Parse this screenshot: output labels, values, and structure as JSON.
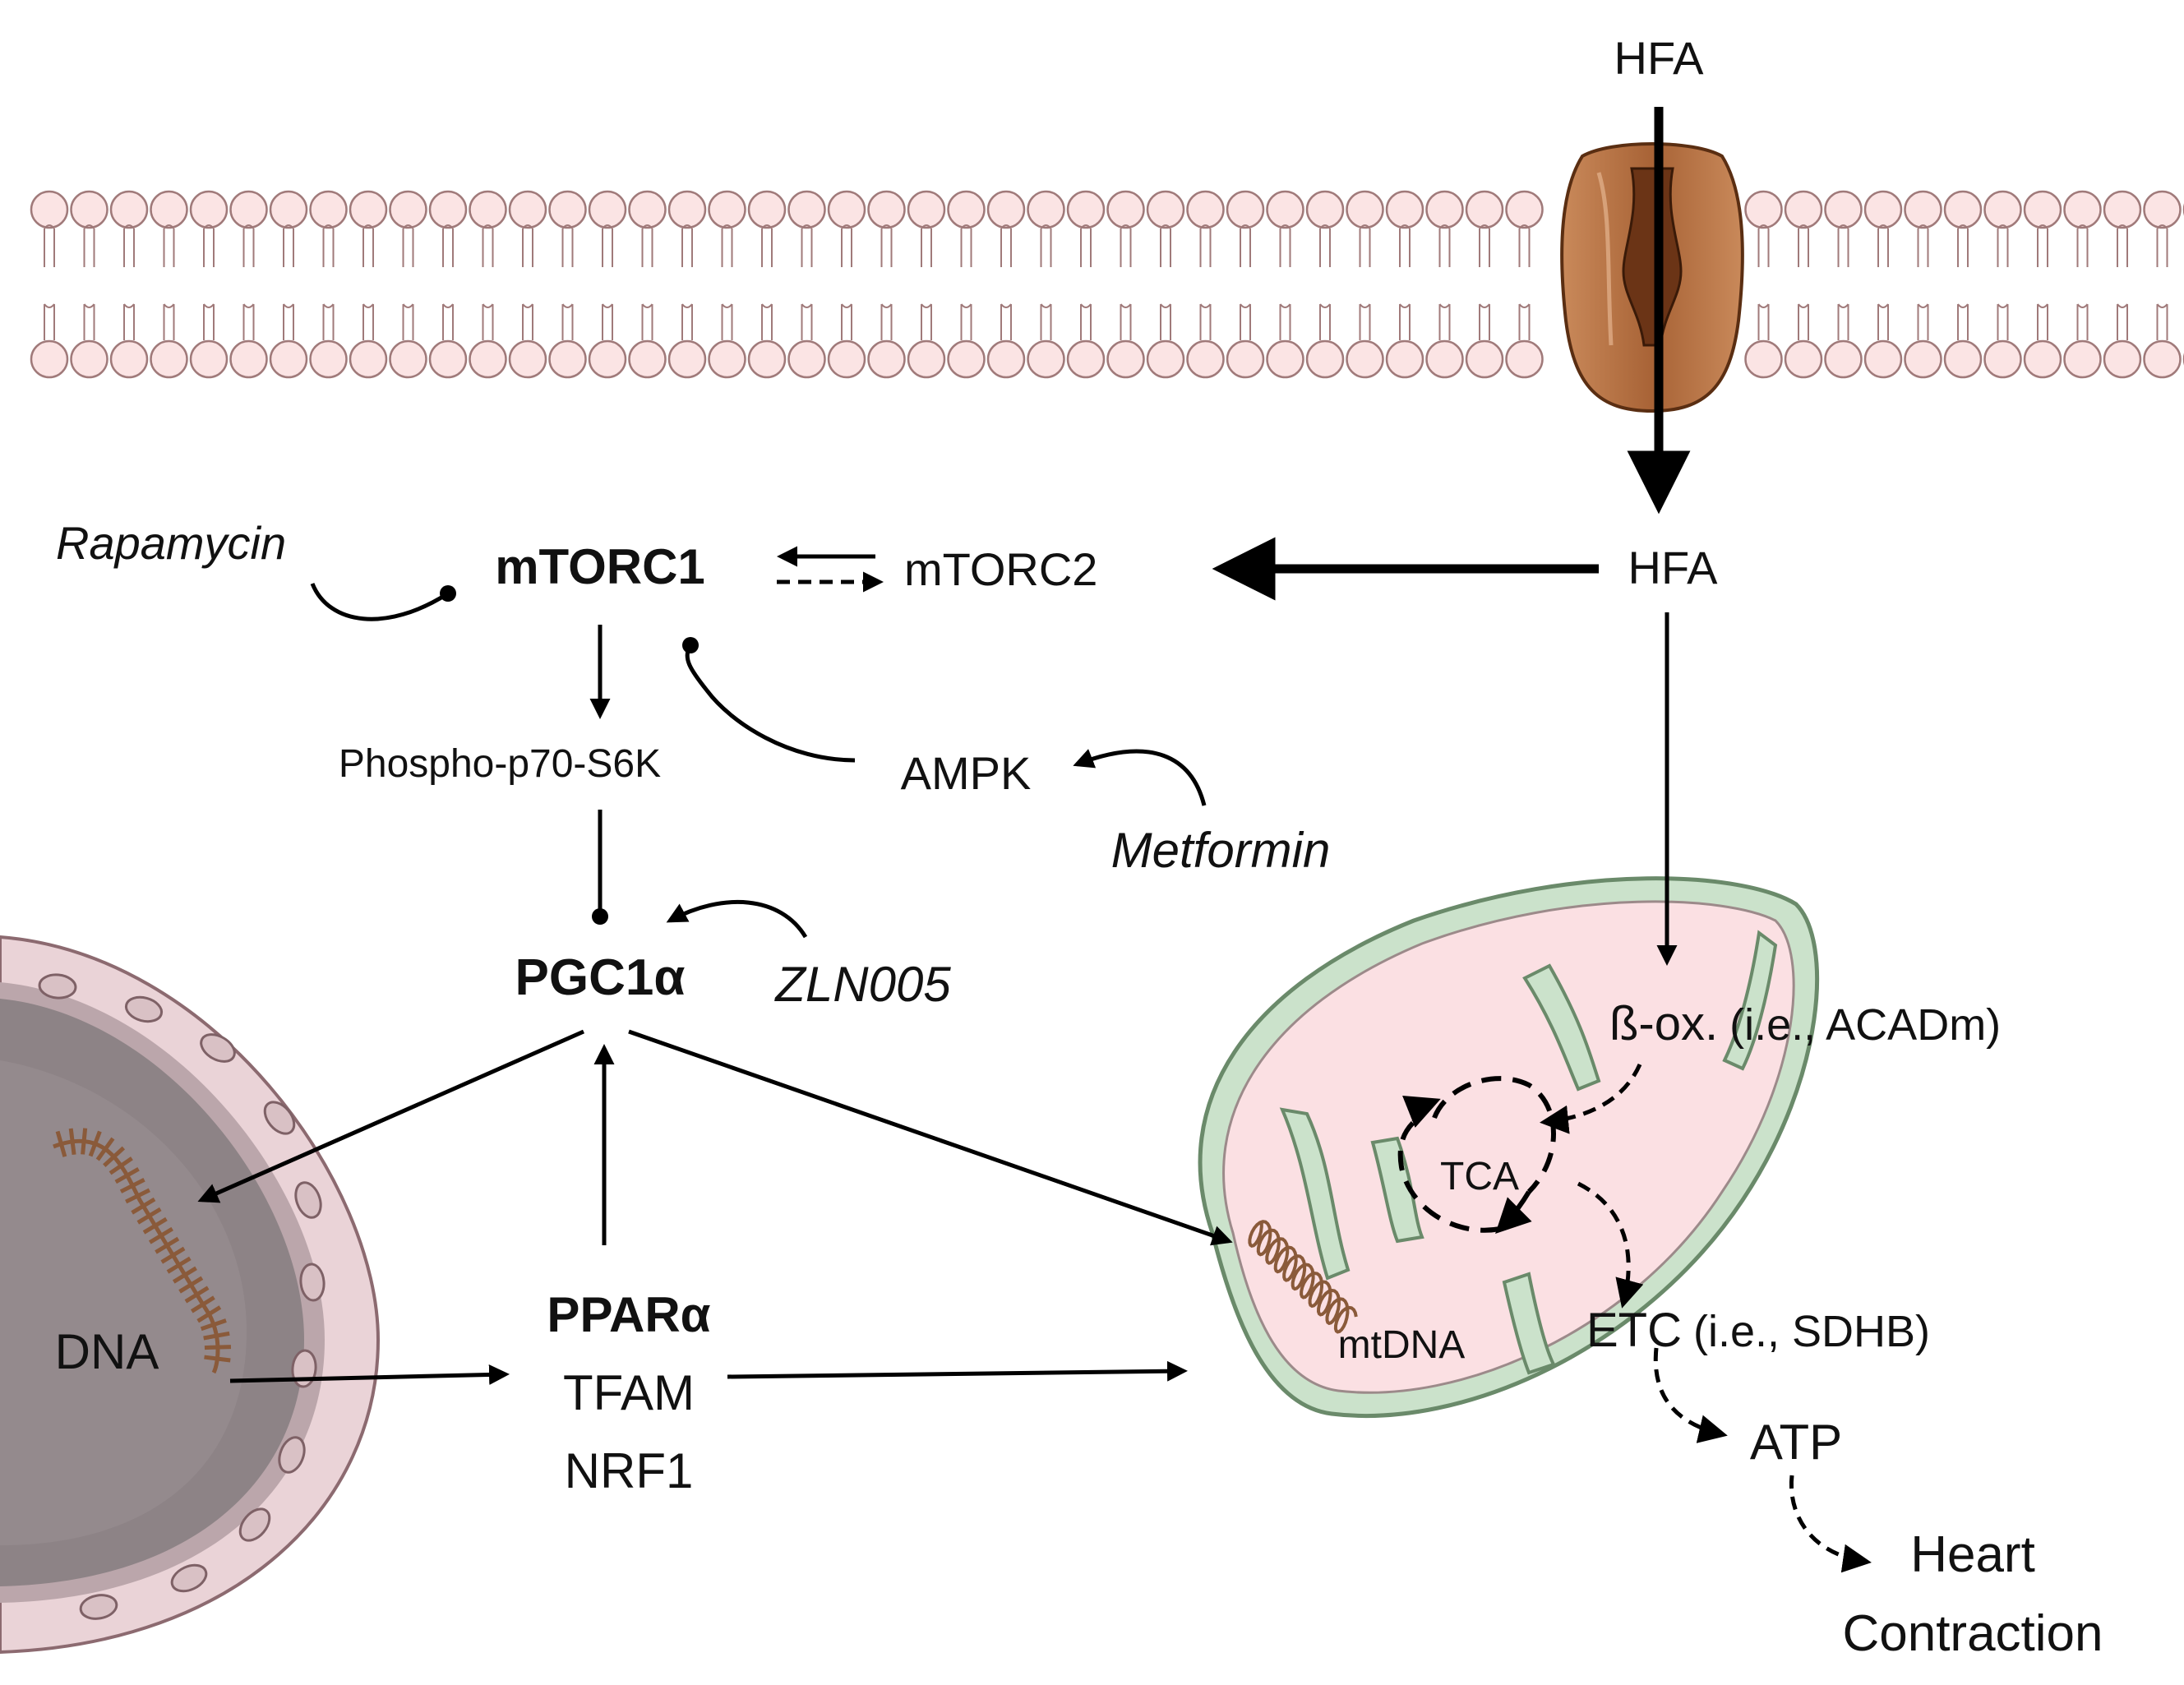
{
  "labels": {
    "hfa_top": "HFA",
    "hfa_mid": "HFA",
    "rapamycin": "Rapamycin",
    "mtorc1": "mTORC1",
    "mtorc2": "mTORC2",
    "phospho_p70": "Phospho-p70-S6K",
    "ampk": "AMPK",
    "metformin": "Metformin",
    "pgc1a": "PGC1α",
    "zln005": "ZLN005",
    "dna": "DNA",
    "ppara": "PPARα",
    "tfam": "TFAM",
    "nrf1": "NRF1",
    "beta_ox_label": "ß-ox.",
    "beta_ox_detail": "(i.e., ACADm)",
    "tca": "TCA",
    "mtdna": "mtDNA",
    "etc_label": "ETC",
    "etc_detail": "(i.e., SDHB)",
    "atp": "ATP",
    "heart_line1": "Heart",
    "heart_line2": "Contraction"
  },
  "colors": {
    "membrane_head": "#fbe4e4",
    "membrane_stroke": "#a07a7a",
    "channel_outer": "#b8774a",
    "channel_inner": "#7a3d1a",
    "mito_outer": "#cfe3cf",
    "mito_outer_stroke": "#6e8f6e",
    "mito_inner": "#fbe1e3",
    "nucleus_outer": "#e8cfd3",
    "nucleus_inner": "#8a7f82",
    "dna_strand": "#8a5a3a",
    "arrow": "#000000"
  }
}
